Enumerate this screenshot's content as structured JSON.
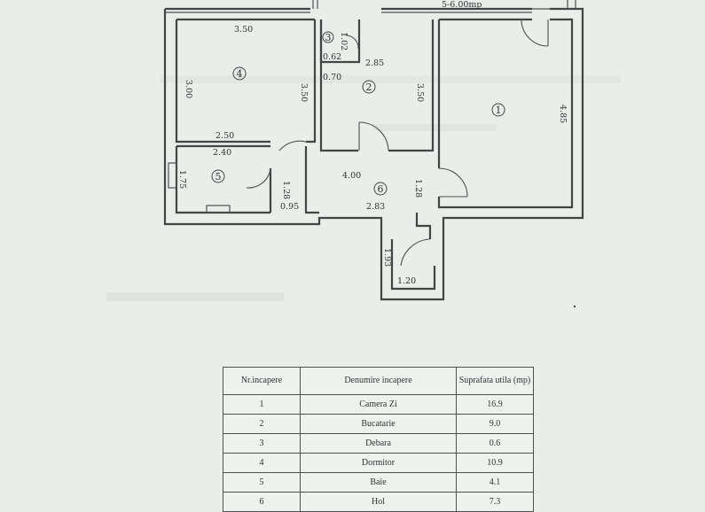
{
  "plan": {
    "top_dimension": "5-6.00mp",
    "rooms": [
      {
        "number": "1"
      },
      {
        "number": "2"
      },
      {
        "number": "3"
      },
      {
        "number": "4"
      },
      {
        "number": "5"
      },
      {
        "number": "6"
      }
    ],
    "dimensions": [
      "3.50",
      "3.00",
      "3.50",
      "1.02",
      "0.62",
      "0.70",
      "2.85",
      "3.50",
      "4.85",
      "2.50",
      "2.40",
      "1.75",
      "1.28",
      "0.95",
      "4.00",
      "2.83",
      "1.28",
      "1.93",
      "1.20"
    ]
  },
  "table": {
    "headers": [
      "Nr.incapere",
      "Denumire incapere",
      "Suprafata utila (mp)"
    ],
    "rows": [
      [
        "1",
        "Camera Zi",
        "16.9"
      ],
      [
        "2",
        "Bucatarie",
        "9.0"
      ],
      [
        "3",
        "Debara",
        "0.6"
      ],
      [
        "4",
        "Dormitor",
        "10.9"
      ],
      [
        "5",
        "Baie",
        "4.1"
      ],
      [
        "6",
        "Hol",
        "7.3"
      ]
    ]
  }
}
